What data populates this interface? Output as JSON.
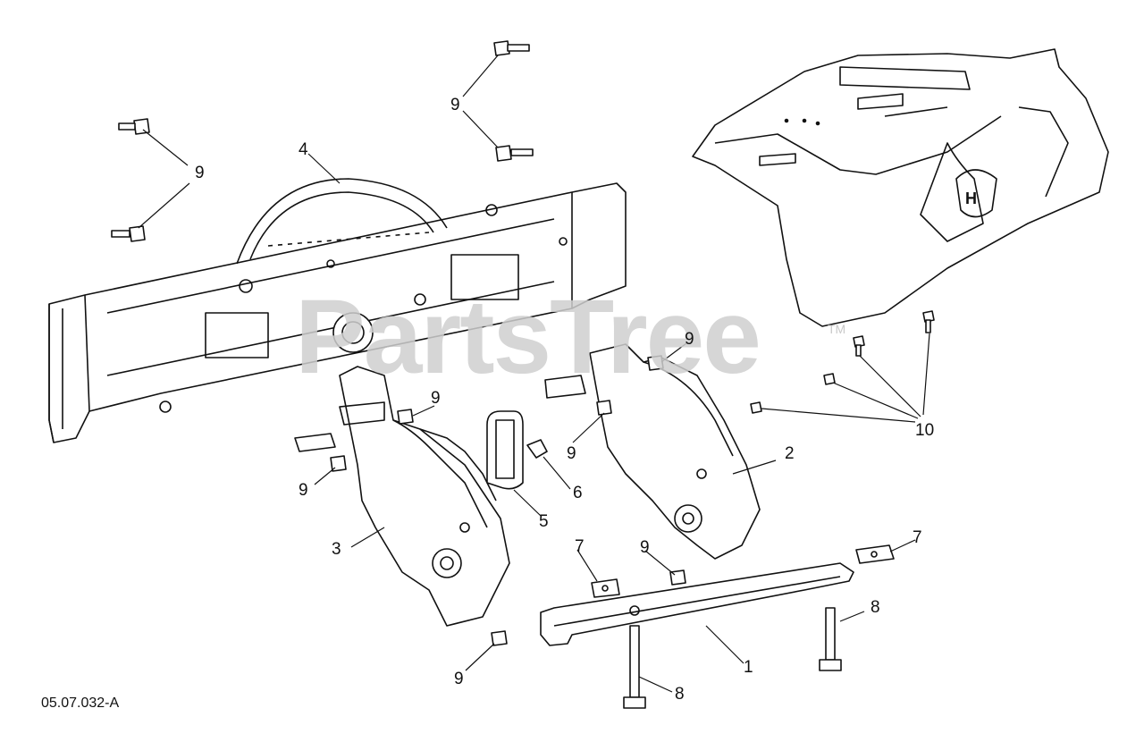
{
  "diagram": {
    "code": "05.07.032-A",
    "watermark": "PartsTree",
    "watermark_mark": "TM",
    "parts": [
      {
        "id": "1",
        "label": "1"
      },
      {
        "id": "2",
        "label": "2"
      },
      {
        "id": "3",
        "label": "3"
      },
      {
        "id": "4",
        "label": "4"
      },
      {
        "id": "5",
        "label": "5"
      },
      {
        "id": "6",
        "label": "6"
      },
      {
        "id": "7a",
        "label": "7"
      },
      {
        "id": "7b",
        "label": "7"
      },
      {
        "id": "8a",
        "label": "8"
      },
      {
        "id": "8b",
        "label": "8"
      },
      {
        "id": "9a",
        "label": "9"
      },
      {
        "id": "9b",
        "label": "9"
      },
      {
        "id": "9c",
        "label": "9"
      },
      {
        "id": "9d",
        "label": "9"
      },
      {
        "id": "9e",
        "label": "9"
      },
      {
        "id": "9f",
        "label": "9"
      },
      {
        "id": "9g",
        "label": "9"
      },
      {
        "id": "9h",
        "label": "9"
      },
      {
        "id": "10",
        "label": "10"
      }
    ]
  }
}
